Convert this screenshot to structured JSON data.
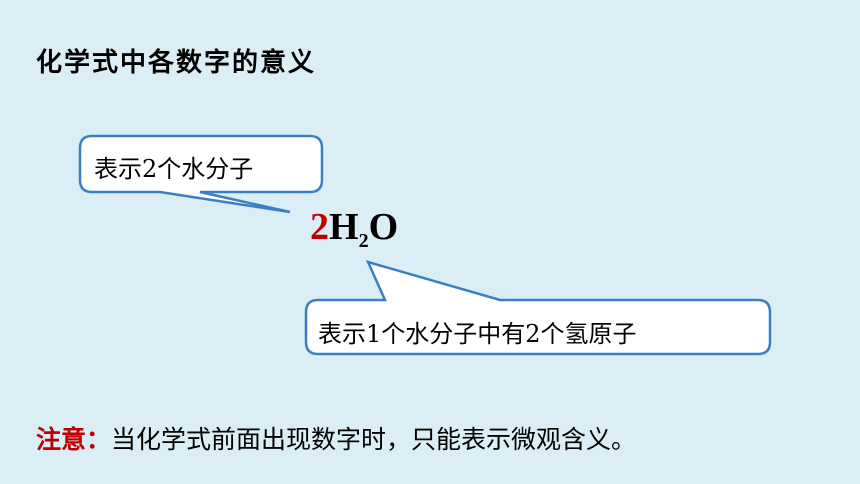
{
  "title": "化学式中各数字的意义",
  "formula": {
    "coefficient": "2",
    "element1": "H",
    "subscript": "2",
    "element2": "O"
  },
  "callouts": {
    "top": "表示2个水分子",
    "bottom": "表示1个水分子中有2个氢原子"
  },
  "note": {
    "label": "注意：",
    "text": "当化学式前面出现数字时，只能表示微观含义。"
  },
  "colors": {
    "background": "#dbeef5",
    "accent_red": "#c00000",
    "callout_border": "#3a7fc1"
  }
}
